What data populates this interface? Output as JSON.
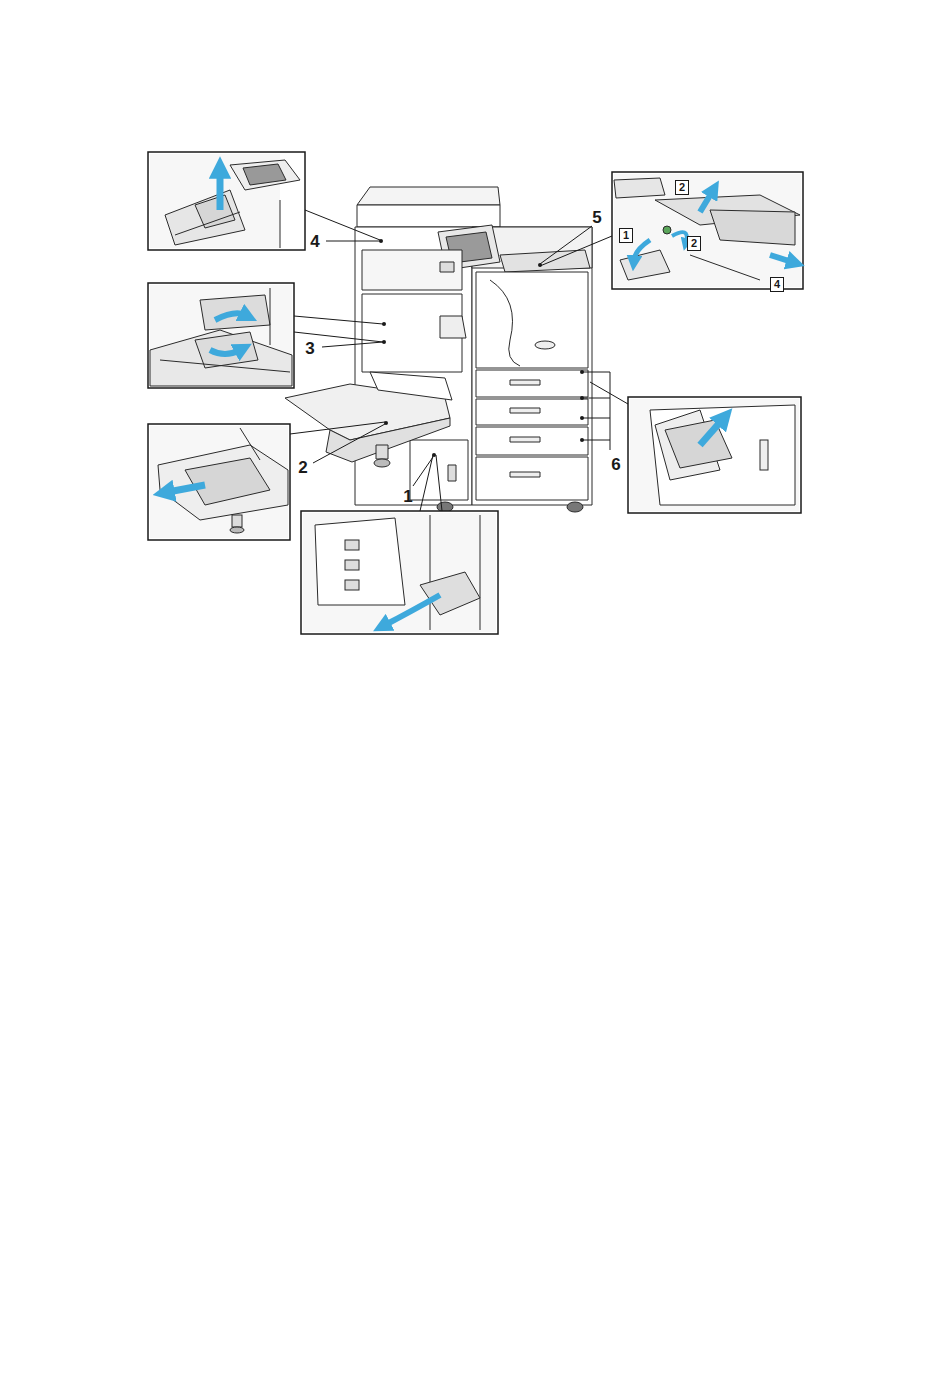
{
  "diagram": {
    "nodes": [
      {
        "text": [
          "2"
        ]
      },
      {
        "text": [
          "1"
        ]
      },
      {
        "text": [
          "2"
        ]
      },
      {
        "text": [
          "4"
        ]
      }
    ],
    "labels": [
      "5",
      "4",
      "3",
      "6",
      "2",
      "1"
    ]
  }
}
